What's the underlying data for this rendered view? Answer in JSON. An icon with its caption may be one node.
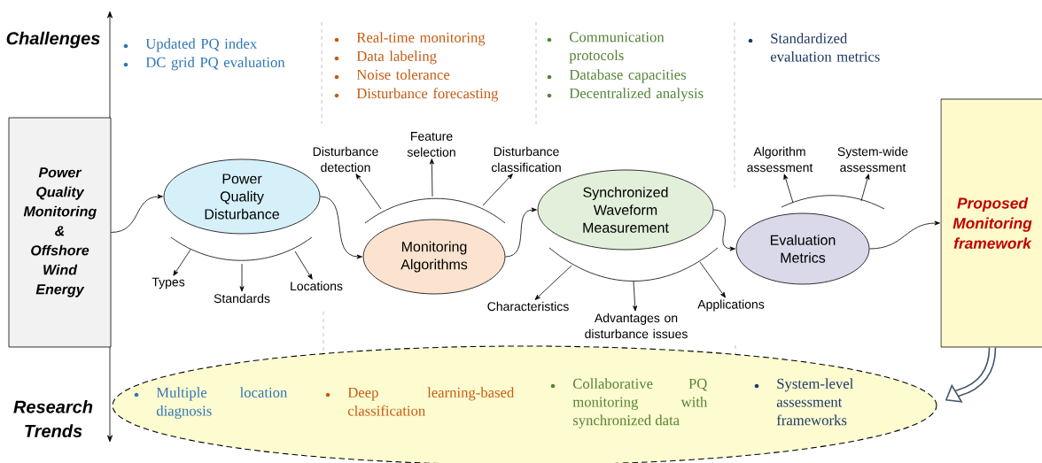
{
  "diagram": {
    "nodes": [
      {
        "text": [
          "Power Quality Monitoring & Offshore Wind Energy"
        ]
      },
      {
        "text": [
          "Power Quality Disturbance"
        ]
      },
      {
        "text": [
          "Monitoring Algorithms"
        ]
      },
      {
        "text": [
          "Synchronized Waveform Measurement"
        ]
      },
      {
        "text": [
          "Evaluation Metrics"
        ]
      },
      {
        "text": [
          "Proposed Monitoring framework"
        ]
      },
      {
        "text": [
          "Multiple location diagnosis",
          "Deep learning-based classification",
          "Collaborative PQ monitoring with synchronized data",
          "System-level assessment frameworks"
        ]
      },
      {
        "text": [
          "Types"
        ]
      },
      {
        "text": [
          "Standards"
        ]
      },
      {
        "text": [
          "Locations"
        ]
      },
      {
        "text": [
          "Disturbance detection"
        ]
      },
      {
        "text": [
          "Feature selection"
        ]
      },
      {
        "text": [
          "Disturbance classification"
        ]
      },
      {
        "text": [
          "Characteristics"
        ]
      },
      {
        "text": [
          "Advantages on disturbance issues"
        ]
      },
      {
        "text": [
          "Applications"
        ]
      },
      {
        "text": [
          "Algorithm assessment"
        ]
      },
      {
        "text": [
          "System-wide assessment"
        ]
      }
    ],
    "edges": [
      {
        "from": 0,
        "to": 1,
        "arrow": "to"
      },
      {
        "from": 1,
        "to": 2,
        "arrow": "to"
      },
      {
        "from": 2,
        "to": 3,
        "arrow": "to"
      },
      {
        "from": 3,
        "to": 4,
        "arrow": "to"
      },
      {
        "from": 4,
        "to": 5,
        "arrow": "to"
      },
      {
        "from": 5,
        "to": 6,
        "arrow": "to",
        "style": "thick",
        "color": "#44546a"
      },
      {
        "from": 1,
        "to": 7,
        "arrow": "to"
      },
      {
        "from": 1,
        "to": 8,
        "arrow": "to"
      },
      {
        "from": 1,
        "to": 9,
        "arrow": "to"
      },
      {
        "from": 2,
        "to": 10,
        "arrow": "to"
      },
      {
        "from": 2,
        "to": 11,
        "arrow": "to"
      },
      {
        "from": 2,
        "to": 12,
        "arrow": "to"
      },
      {
        "from": 3,
        "to": 13,
        "arrow": "to"
      },
      {
        "from": 3,
        "to": 14,
        "arrow": "to"
      },
      {
        "from": 3,
        "to": 15,
        "arrow": "to"
      },
      {
        "from": 4,
        "to": 16,
        "arrow": "to"
      },
      {
        "from": 4,
        "to": 17,
        "arrow": "to"
      }
    ],
    "labels": [
      "Challenges",
      "Updated PQ index",
      "DC grid PQ evaluation",
      "Real-time monitoring",
      "Data labeling",
      "Noise tolerance",
      "Disturbance forecasting",
      "Communication protocols",
      "Database capacities",
      "Decentralized analysis",
      "Standardized evaluation metrics",
      "Research Trends"
    ]
  }
}
